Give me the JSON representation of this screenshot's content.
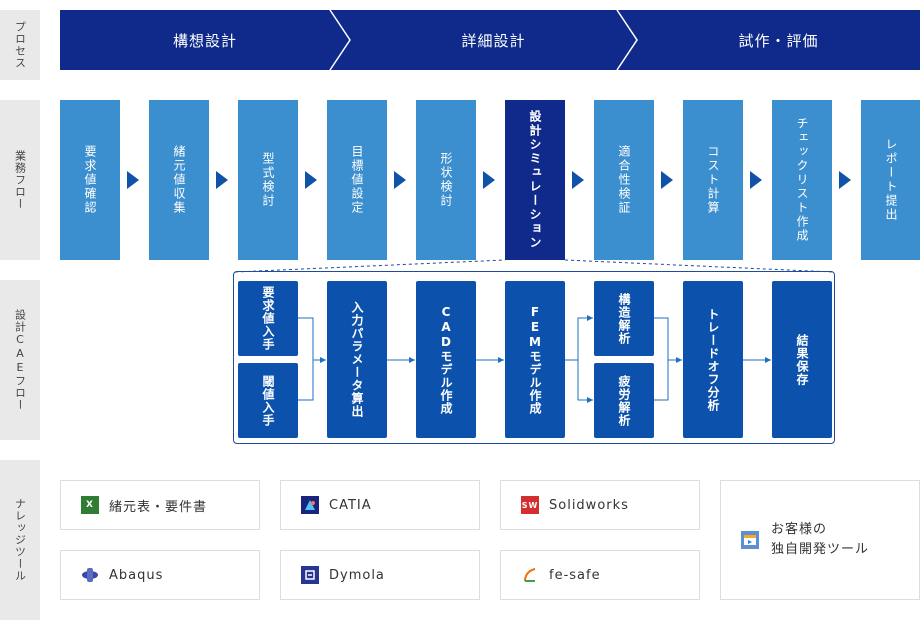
{
  "rows": {
    "process": "プロセス",
    "business_flow": "業務フロー",
    "cae_flow": "設計CAEフロー",
    "knowledge_tools": "ナレッジツール"
  },
  "process_phases": [
    "構想設計",
    "詳細設計",
    "試作・評価"
  ],
  "business_flow": [
    {
      "label": "要求値確認",
      "active": false
    },
    {
      "label": "緒元値収集",
      "active": false
    },
    {
      "label": "型式検討",
      "active": false
    },
    {
      "label": "目標値設定",
      "active": false
    },
    {
      "label": "形状検討",
      "active": false
    },
    {
      "label": "設計シミュレーション",
      "active": true
    },
    {
      "label": "適合性検証",
      "active": false
    },
    {
      "label": "コスト計算",
      "active": false
    },
    {
      "label": "チェックリスト作成",
      "active": false
    },
    {
      "label": "レポート提出",
      "active": false
    }
  ],
  "cae_flow": {
    "requirement_input": "要求値入手",
    "threshold_input": "閾値入手",
    "parameter_calc": "入力パラメータ算出",
    "cad_model": "CADモデル作成",
    "fem_model": "FEMモデル作成",
    "structural_analysis": "構造解析",
    "fatigue_analysis": "疲労解析",
    "tradeoff_analysis": "トレードオフ分析",
    "save_results": "結果保存"
  },
  "tools": [
    {
      "name": "緒元表・要件書",
      "icon": "excel-icon",
      "color": "#2e7d32"
    },
    {
      "name": "CATIA",
      "icon": "catia-icon",
      "color": "#1a237e"
    },
    {
      "name": "Solidworks",
      "icon": "solidworks-icon",
      "color": "#d32f2f"
    },
    {
      "name": "Abaqus",
      "icon": "abaqus-icon",
      "color": "#3949ab"
    },
    {
      "name": "Dymola",
      "icon": "dymola-icon",
      "color": "#283593"
    },
    {
      "name": "fe-safe",
      "icon": "fe-safe-icon",
      "color": "#ef6c00"
    }
  ],
  "custom_tool": {
    "line1": "お客様の",
    "line2": "独自開発ツール",
    "icon": "app-window-icon"
  },
  "colors": {
    "flow_blue": "#3c8fcf",
    "active_navy": "#0f2a8a",
    "cae_blue": "#0c52ac",
    "process_navy": "#0f2a8a"
  }
}
